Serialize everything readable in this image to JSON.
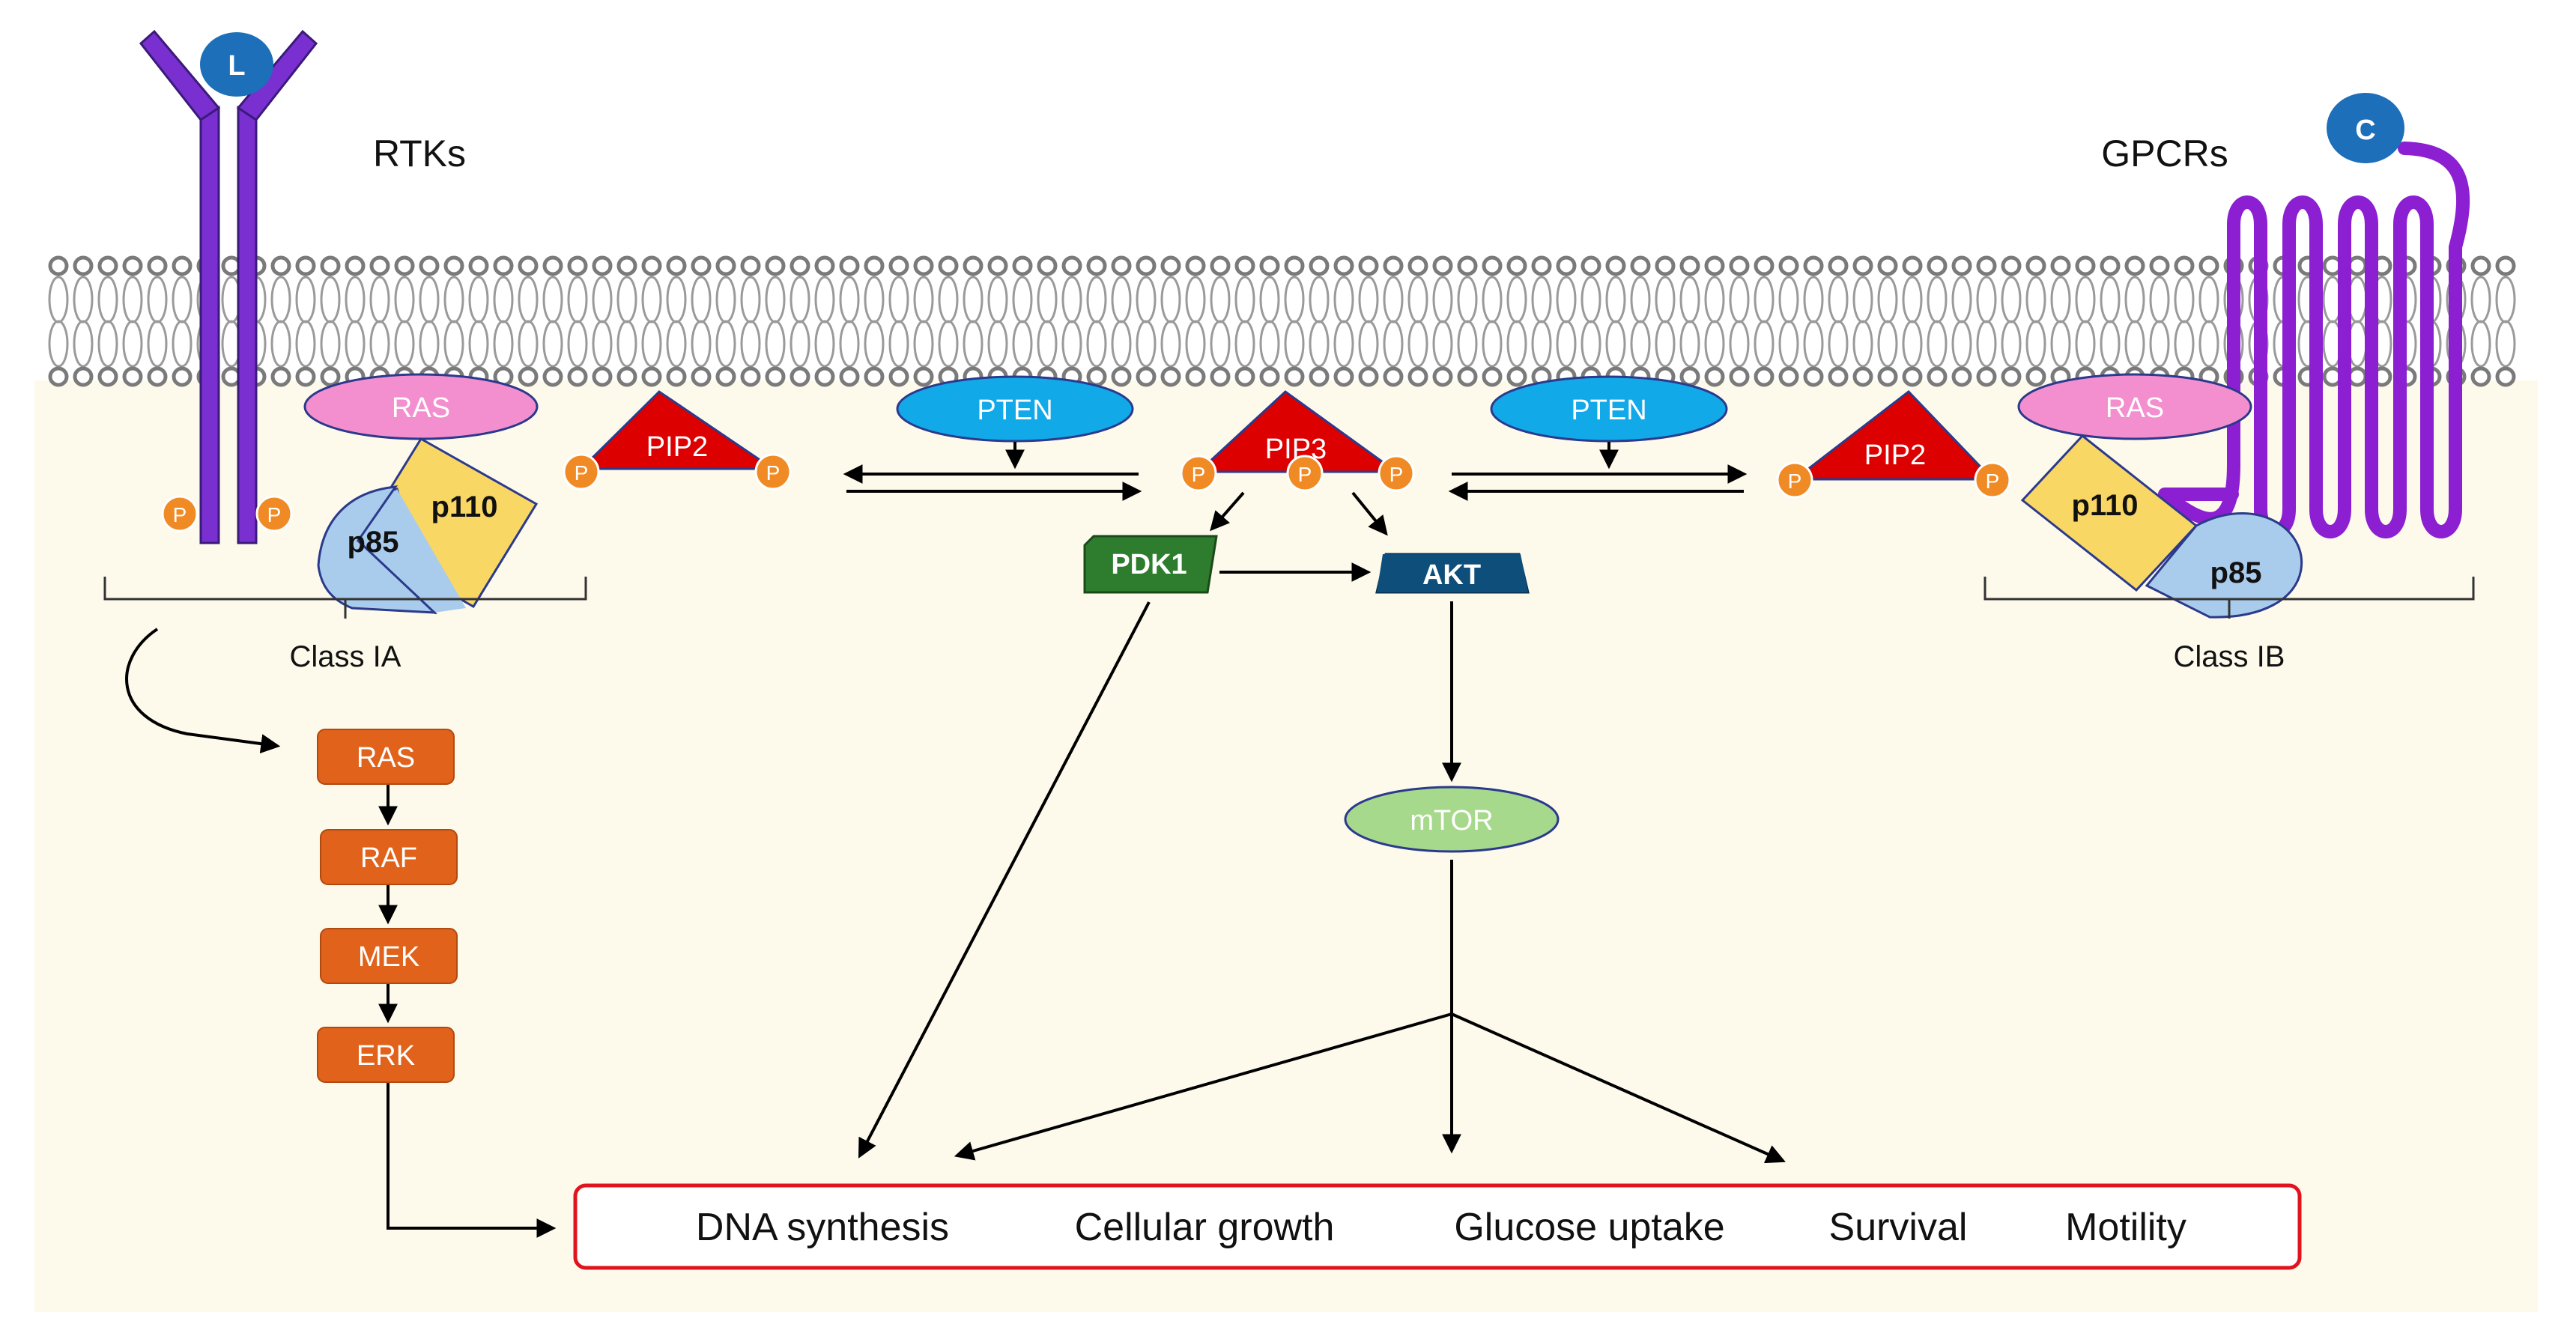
{
  "labels": {
    "rtks": "RTKs",
    "gpcrs": "GPCRs",
    "ligand_l": "L",
    "ligand_c": "C",
    "phospho": "P",
    "ras_left": "RAS",
    "ras_right": "RAS",
    "p110_left": "p110",
    "p110_right": "p110",
    "p85_left": "p85",
    "p85_right": "p85",
    "pip2_left": "PIP2",
    "pip2_right": "PIP2",
    "pip3": "PIP3",
    "pten_left": "PTEN",
    "pten_right": "PTEN",
    "pdk1": "PDK1",
    "akt": "AKT",
    "mtor": "mTOR",
    "class_ia": "Class IA",
    "class_ib": "Class IB",
    "mapk_ras": "RAS",
    "mapk_raf": "RAF",
    "mapk_mek": "MEK",
    "mapk_erk": "ERK"
  },
  "outcomes": [
    "DNA synthesis",
    "Cellular growth",
    "Glucose uptake",
    "Survival",
    "Motility"
  ],
  "colors": {
    "cytoplasm": "#fdfaec",
    "receptor": "#7a2fd0",
    "ligand": "#1c6fb8",
    "phospho": "#f08a24",
    "ras": "#f48fcf",
    "p110": "#f9d764",
    "p85": "#a9ccec",
    "pip": "#dd0000",
    "pten": "#12a9e8",
    "pdk1": "#2e7d2e",
    "akt": "#0e4e7a",
    "mtor": "#a7d98c",
    "mapk": "#e0621b",
    "outcome_border": "#e0141e"
  }
}
